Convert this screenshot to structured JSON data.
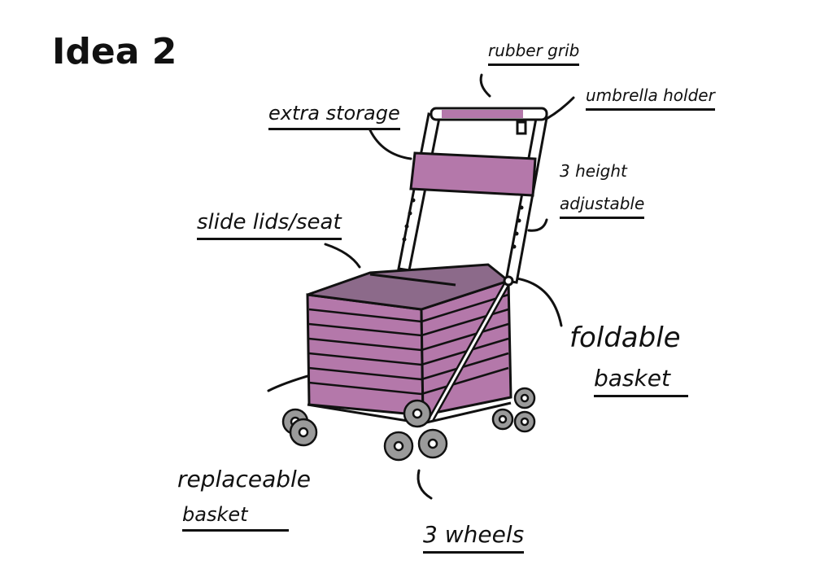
{
  "title": "Idea 2",
  "labels": {
    "rubber_grip": "rubber grib",
    "umbrella_holder": "umbrella holder",
    "extra_storage": "extra storage",
    "height_adjustable_1": "3 height",
    "height_adjustable_2": "adjustable",
    "slide_lids": "slide lids/seat",
    "foldable_1": "foldable",
    "foldable_2": "basket",
    "replaceable_1": "replaceable",
    "replaceable_2": "basket",
    "wheels": "3 wheels"
  },
  "colors": {
    "basket": "#b478aa",
    "lid": "#8c6a8a",
    "wheel": "#9a9a9a",
    "ink": "#111111"
  }
}
